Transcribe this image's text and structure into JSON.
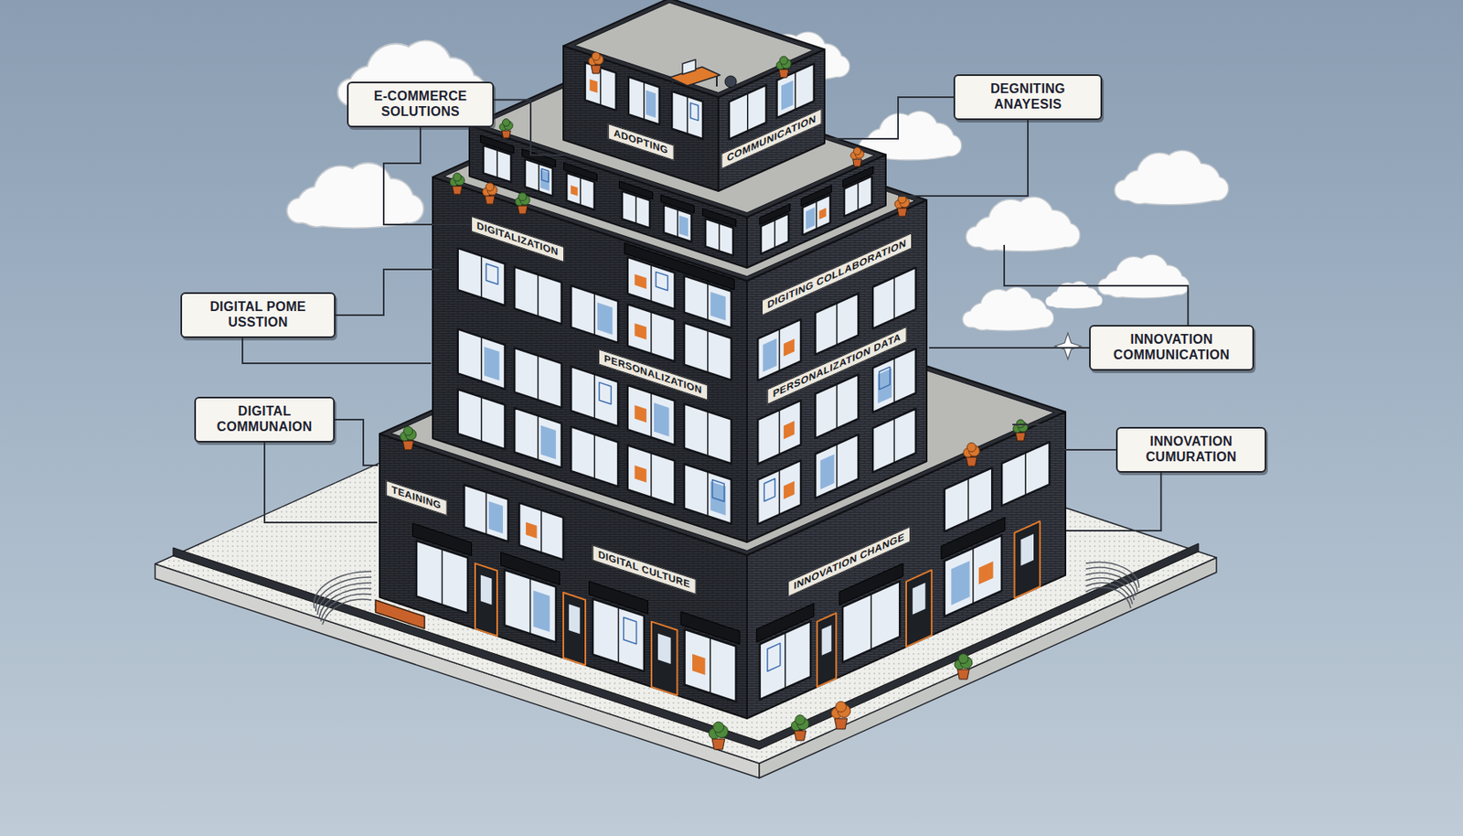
{
  "diagram": {
    "nodes": [
      {
        "text": [
          "E-COMMERCE SOLUTIONS"
        ]
      },
      {
        "text": [
          "DEGNITING ANAYESIS"
        ]
      },
      {
        "text": [
          "DIGITAL POME USSTION"
        ]
      },
      {
        "text": [
          "INNOVATION COMMUNICATION"
        ]
      },
      {
        "text": [
          "DIGITAL COMMUNAION"
        ]
      },
      {
        "text": [
          "INNOVATION CUMURATION"
        ]
      }
    ],
    "labels": [
      "ADOPTING",
      "COMMUNICATION",
      "DIGITALIZATION",
      "PERSONALIZATION",
      "DIGITING COLLABORATION",
      "PERSONALIZATION DATA",
      "TEAINING",
      "DIGITAL CULTURE",
      "INNOVATION CHANGE"
    ]
  }
}
